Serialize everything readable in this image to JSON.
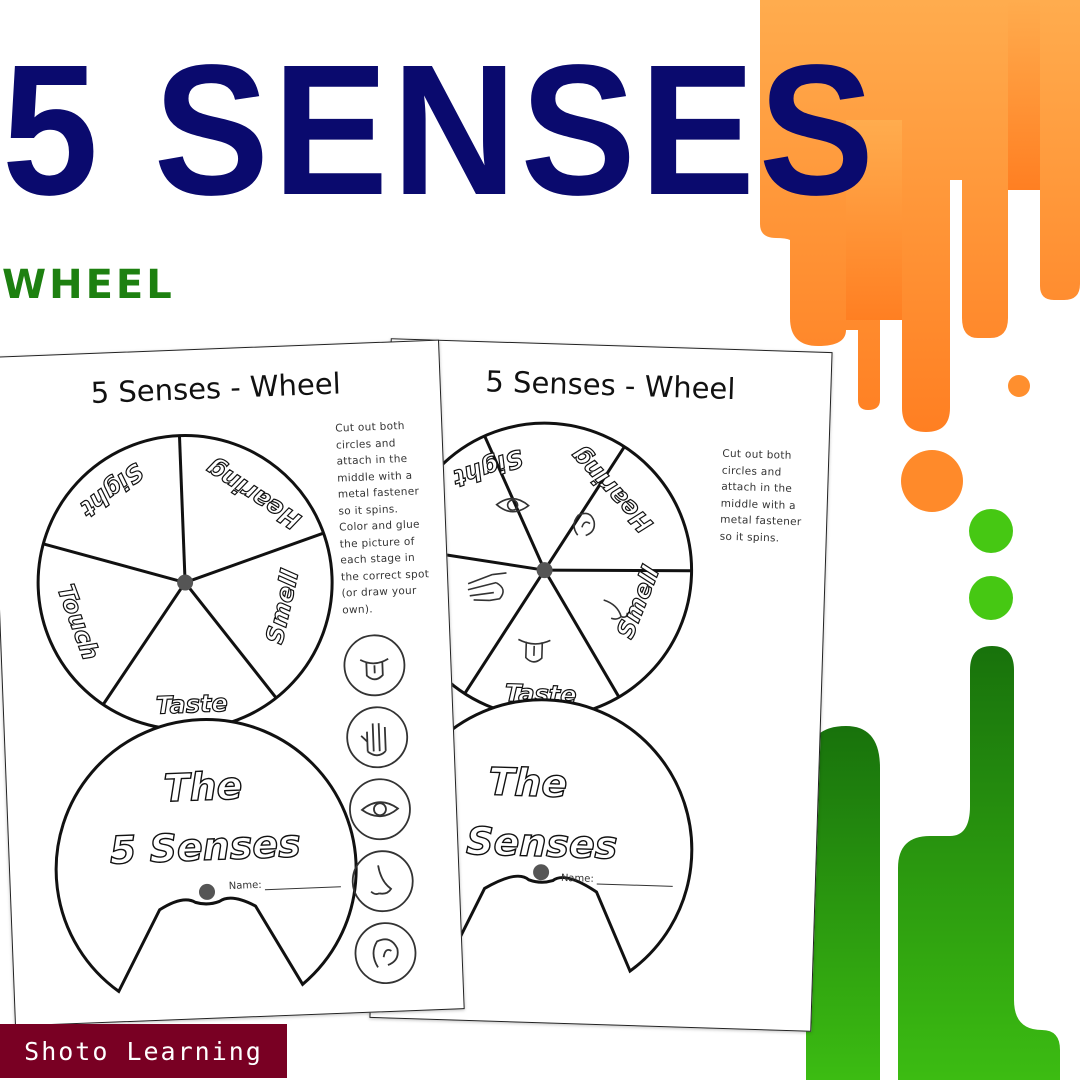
{
  "header": {
    "title": "5 SENSES",
    "subtitle": "WHEEL"
  },
  "worksheet": {
    "title": "5 Senses - Wheel",
    "instructions_long": "Cut out both circles and attach in the middle with a metal fastener so it spins. Color and glue the picture of each stage in the correct spot (or draw your own).",
    "instructions_short": "Cut out both circles and attach in the middle with a metal fastener so it spins.",
    "senses": [
      "Sight",
      "Hearing",
      "Smell",
      "Taste",
      "Touch"
    ],
    "cover_line1": "The",
    "cover_line2": "5 Senses",
    "name_label": "Name:",
    "picture_icons": [
      "tongue-icon",
      "hand-icon",
      "eye-icon",
      "nose-icon",
      "ear-icon"
    ]
  },
  "brand": {
    "label": "Shoto Learning"
  },
  "colors": {
    "title": "#0a0a6e",
    "subtitle": "#1d8010",
    "orange": "#ff8a2a",
    "green": "#2ea30f",
    "brand_bg": "#790023"
  }
}
